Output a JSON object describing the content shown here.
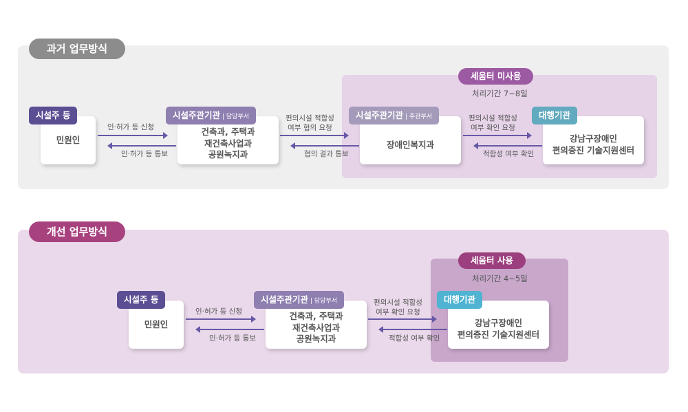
{
  "past": {
    "title": "과거 업무방식",
    "zone_title": "세움터 미사용",
    "zone_period": "처리기간 7~8일",
    "applicant_tag": "시설주 등",
    "applicant_box": "민원인",
    "facility_tag": "시설주관기관",
    "facility_tag_sub": "| 담당부서",
    "facility_box": [
      "건축과, 주택과",
      "재건축사업과",
      "공원녹지과"
    ],
    "jurisdiction_tag": "시설주관기관",
    "jurisdiction_tag_sub": "| 주관부서",
    "jurisdiction_box": "장애인복지과",
    "agency_tag": "대행기관",
    "agency_box": [
      "강남구장애인",
      "편의증진 기술지원센터"
    ],
    "arrow1_top": "인·허가 등 신청",
    "arrow1_bottom": "인·허가 등 통보",
    "arrow2_top": [
      "편의시설 적합성",
      "여부 협의 요청"
    ],
    "arrow2_bottom": "협의 결과 통보",
    "arrow3_top": [
      "편의시설 적합성",
      "여부 확인 요청"
    ],
    "arrow3_bottom": "적합성 여부 확인"
  },
  "improved": {
    "title": "개선 업무방식",
    "zone_title": "세움터 사용",
    "zone_period": "처리기간 4~5일",
    "applicant_tag": "시설주 등",
    "applicant_box": "민원인",
    "facility_tag": "시설주관기관",
    "facility_tag_sub": "| 담당부서",
    "facility_box": [
      "건축과, 주택과",
      "재건축사업과",
      "공원녹지과"
    ],
    "agency_tag": "대행기관",
    "agency_box": [
      "강남구장애인",
      "편의증진 기술지원센터"
    ],
    "arrow1_top": "인·허가 등 신청",
    "arrow1_bottom": "인·허가 등 통보",
    "arrow2_top": [
      "편의시설 적합성",
      "여부 확인 요청"
    ],
    "arrow2_bottom": "적합성 여부 확인"
  },
  "colors": {
    "past_title": "#8c8c8c",
    "new_title": "#a8427f",
    "arrow": "#6658a6",
    "applicant_tag": "#5c4e93",
    "facility_tag": "#8f7fb0",
    "agency_tag": "#4fb3d1"
  }
}
